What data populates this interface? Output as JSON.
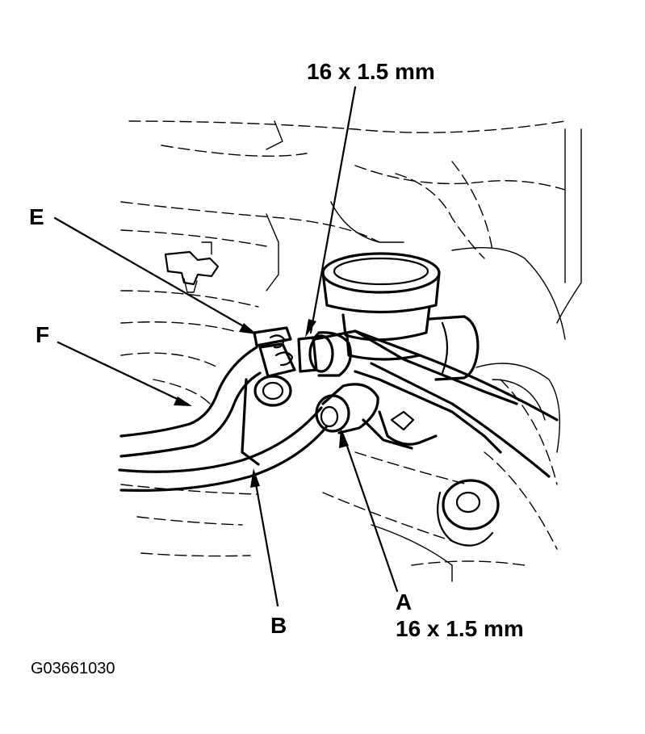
{
  "labels": {
    "top_spec": "16 x 1.5 mm",
    "E": "E",
    "F": "F",
    "A": "A",
    "A_spec": "16 x 1.5 mm",
    "B": "B"
  },
  "figure_code": "G03661030",
  "colors": {
    "ink": "#000000",
    "background": "#ffffff"
  }
}
